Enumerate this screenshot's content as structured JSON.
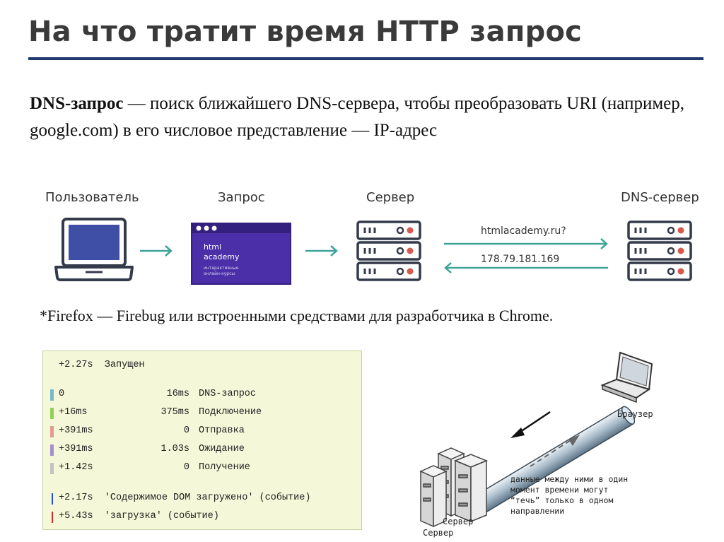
{
  "title": "На что тратит время HTTP запрос",
  "definition": {
    "term": "DNS-запрос",
    "dash": " — ",
    "text": "поиск ближайшего DNS-сервера, чтобы преобразовать URI (например, google.com) в его числовое представление — IP-адрес"
  },
  "diagram": {
    "user_label": "Пользователь",
    "request_label": "Запрос",
    "server_label": "Сервер",
    "dns_label": "DNS-сервер",
    "card_line1": "html",
    "card_line2": "academy",
    "card_line3": "интерактивные",
    "card_line4": "онлайн-курсы",
    "query_text": "htmlacademy.ru?",
    "answer_text": "178.79.181.169"
  },
  "note": "*Firefox — Firebug или встроенными средствами для разработчика в Chrome.",
  "timing": {
    "header": "+2.27s  Запущен",
    "rows": [
      {
        "start": "0",
        "duration": "16ms",
        "phase": "DNS-запрос",
        "color": "#7ab8c9"
      },
      {
        "start": "+16ms",
        "duration": "375ms",
        "phase": "Подключение",
        "color": "#8fd15a"
      },
      {
        "start": "+391ms",
        "duration": "0",
        "phase": "Отправка",
        "color": "#e39b93"
      },
      {
        "start": "+391ms",
        "duration": "1.03s",
        "phase": "Ожидание",
        "color": "#a58fcf"
      },
      {
        "start": "+1.42s",
        "duration": "0",
        "phase": "Получение",
        "color": "#c2c2c2"
      }
    ],
    "events": [
      {
        "text": "+2.17s  'Содержимое DOM загружено' (событие)",
        "color": "#2a4bd7"
      },
      {
        "text": "+5.43s  'загрузка' (событие)",
        "color": "#d42a2a"
      }
    ]
  },
  "illustration": {
    "browser_label": "Браузер",
    "server_label_1": "Сервер",
    "server_label_2": "Сервер",
    "caption_1": "данные между ними в один",
    "caption_2": "момент времени могут",
    "caption_3": "“течь” только в одном",
    "caption_4": "направлении"
  }
}
